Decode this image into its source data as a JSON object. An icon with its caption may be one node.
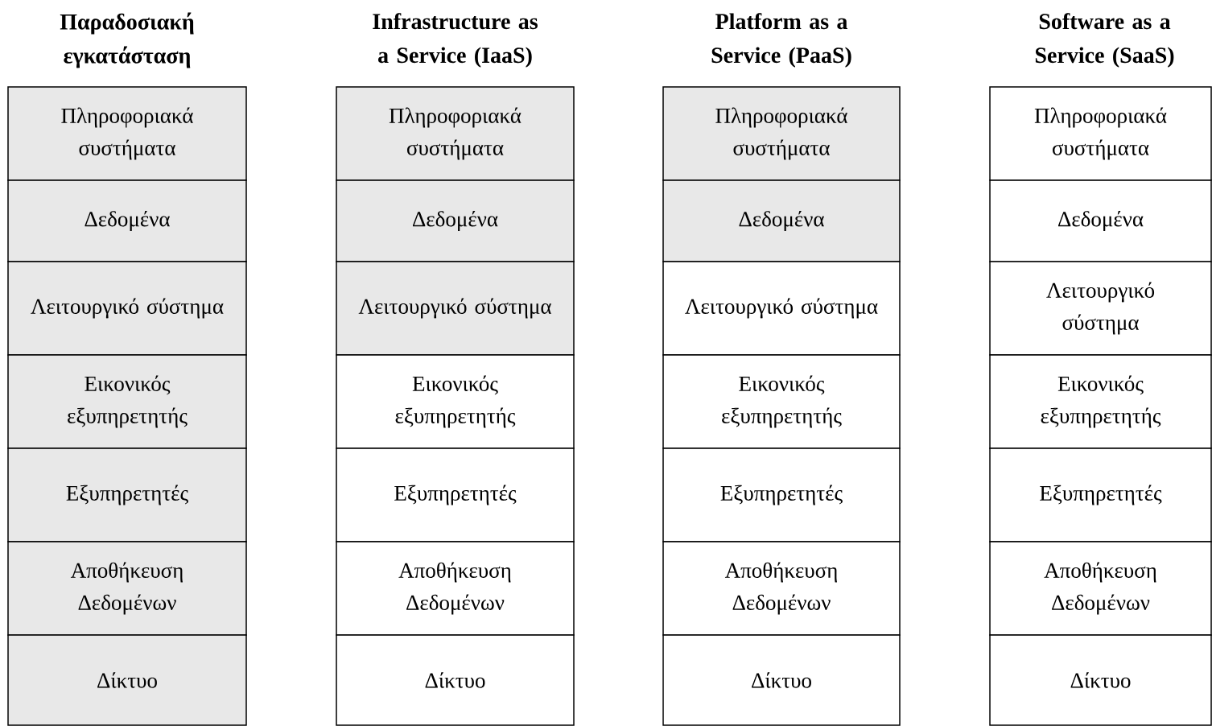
{
  "diagram": {
    "nodes": [
      {
        "text": [
          "Πληροφοριακά συστήματα"
        ]
      },
      {
        "text": [
          "Δεδομένα"
        ]
      },
      {
        "text": [
          "Λειτουργικό σύστημα"
        ]
      },
      {
        "text": [
          "Εικονικός εξυπηρετητής"
        ]
      },
      {
        "text": [
          "Εξυπηρετητές"
        ]
      },
      {
        "text": [
          "Αποθήκευση Δεδομένων"
        ]
      },
      {
        "text": [
          "Δίκτυο"
        ]
      },
      {
        "text": [
          "Πληροφοριακά συστήματα"
        ]
      },
      {
        "text": [
          "Δεδομένα"
        ]
      },
      {
        "text": [
          "Λειτουργικό σύστημα"
        ]
      },
      {
        "text": [
          "Εικονικός εξυπηρετητής"
        ]
      },
      {
        "text": [
          "Εξυπηρετητές"
        ]
      },
      {
        "text": [
          "Αποθήκευση Δεδομένων"
        ]
      },
      {
        "text": [
          "Δίκτυο"
        ]
      },
      {
        "text": [
          "Πληροφοριακά συστήματα"
        ]
      },
      {
        "text": [
          "Δεδομένα"
        ]
      },
      {
        "text": [
          "Λειτουργικό σύστημα"
        ]
      },
      {
        "text": [
          "Εικονικός εξυπηρετητής"
        ]
      },
      {
        "text": [
          "Εξυπηρετητές"
        ]
      },
      {
        "text": [
          "Αποθήκευση Δεδομένων"
        ]
      },
      {
        "text": [
          "Δίκτυο"
        ]
      },
      {
        "text": [
          "Πληροφοριακά συστήματα"
        ]
      },
      {
        "text": [
          "Δεδομένα"
        ]
      },
      {
        "text": [
          "Λειτουργικό σύστημα"
        ]
      },
      {
        "text": [
          "Εικονικός εξυπηρετητής"
        ]
      },
      {
        "text": [
          "Εξυπηρετητές"
        ]
      },
      {
        "text": [
          "Αποθήκευση Δεδομένων"
        ]
      },
      {
        "text": [
          "Δίκτυο"
        ]
      }
    ],
    "labels": [
      "Παραδοσιακή εγκατάσταση",
      "Infrastructure as a Service (IaaS)",
      "Platform as a Service (PaaS)",
      "Software as a Service (SaaS)"
    ]
  }
}
